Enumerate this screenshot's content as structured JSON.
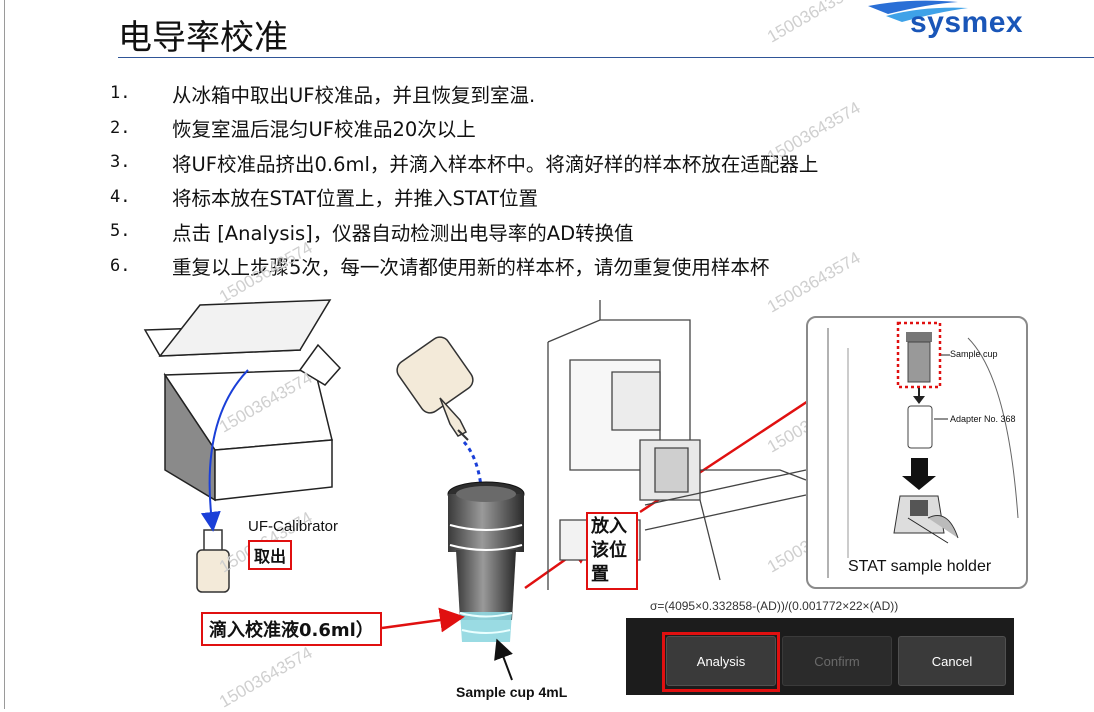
{
  "header": {
    "title": "电导率校准",
    "logo_text": "sysmex"
  },
  "steps": [
    {
      "num": "1.",
      "text": "从冰箱中取出UF校准品，并且恢复到室温."
    },
    {
      "num": "2.",
      "text": "恢复室温后混匀UF校准品20次以上"
    },
    {
      "num": "3.",
      "text": "将UF校准品挤出0.6ml，并滴入样本杯中。将滴好样的样本杯放在适配器上"
    },
    {
      "num": "4.",
      "text": "将标本放在STAT位置上，并推入STAT位置"
    },
    {
      "num": "5.",
      "text": "点击 [Analysis]，仪器自动检测出电导率的AD转换值"
    },
    {
      "num": "6.",
      "text": "重复以上步骤5次，每一次请都使用新的样本杯，请勿重复使用样本杯"
    }
  ],
  "watermark": "15003643574",
  "illustration": {
    "calibrator_label": "UF-Calibrator",
    "take_out": "取出",
    "drip_label": "滴入校准液0.6ml）",
    "place_label": "放入该位置",
    "cup_caption": "Sample cup 4mL"
  },
  "inset": {
    "sample_cup": "Sample cup",
    "adapter": "Adapter No. 368",
    "holder": "STAT sample holder"
  },
  "panel": {
    "formula": "σ=(4095×0.332858-(AD))/(0.001772×22×(AD))",
    "analysis": "Analysis",
    "confirm": "Confirm",
    "cancel": "Cancel"
  },
  "colors": {
    "highlight": "#e01010",
    "arrow_blue": "#1a3fd8",
    "brand_blue": "#1a56b8"
  }
}
